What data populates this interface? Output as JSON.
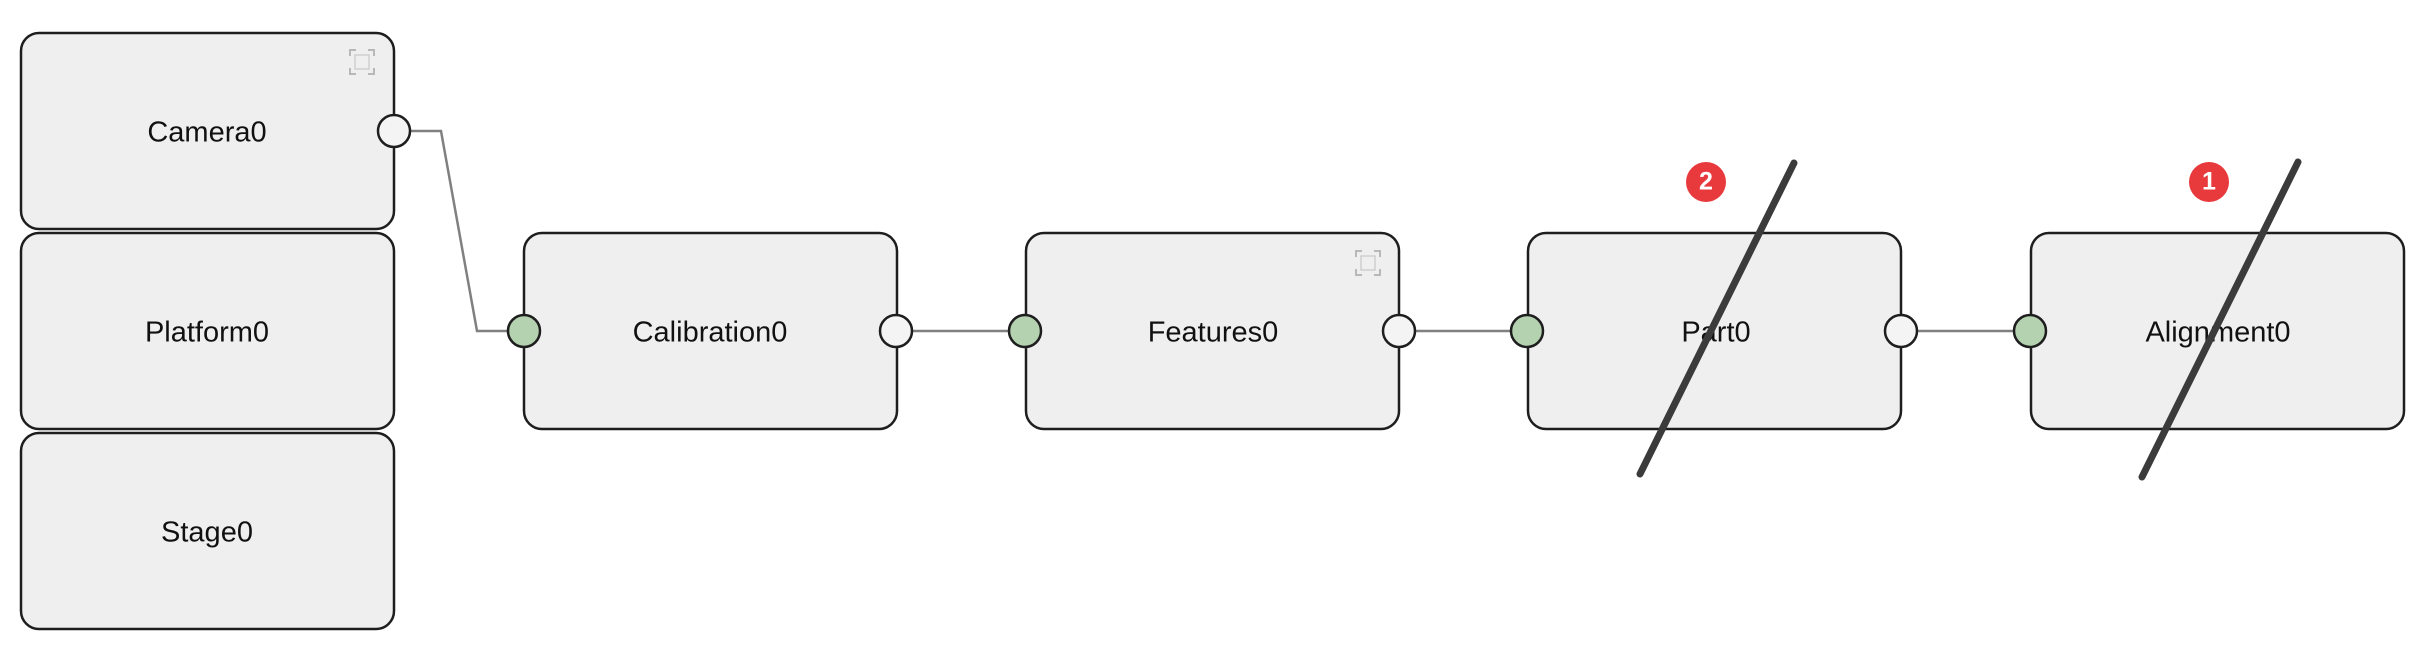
{
  "nodes": {
    "camera": {
      "label": "Camera0"
    },
    "platform": {
      "label": "Platform0"
    },
    "stage": {
      "label": "Stage0"
    },
    "calibration": {
      "label": "Calibration0"
    },
    "features": {
      "label": "Features0"
    },
    "part": {
      "label": "Part0",
      "badge": "2",
      "disabled": true
    },
    "alignment": {
      "label": "Alignment0",
      "badge": "1",
      "disabled": true
    }
  },
  "icons": {
    "collapse": "frame-corners-icon",
    "disabled": "strike-through-line"
  },
  "colors": {
    "node_fill": "#efefef",
    "node_border": "#1e1e1e",
    "input_port": "#b4d2b0",
    "output_port": "#f4f4f4",
    "connector": "#808080",
    "badge": "#e8393d",
    "strike": "#3b3b3b"
  }
}
